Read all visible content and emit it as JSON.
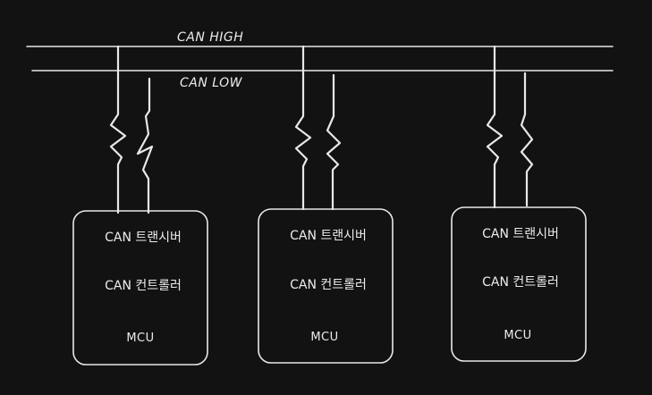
{
  "bus": {
    "high_label": "CAN HIGH",
    "low_label": "CAN LOW"
  },
  "nodes": [
    {
      "transceiver": "CAN 트랜시버",
      "controller": "CAN 컨트롤러",
      "mcu": "MCU"
    },
    {
      "transceiver": "CAN 트랜시버",
      "controller": "CAN 컨트롤러",
      "mcu": "MCU"
    },
    {
      "transceiver": "CAN 트랜시버",
      "controller": "CAN 컨트롤러",
      "mcu": "MCU"
    }
  ],
  "colors": {
    "background": "#121212",
    "stroke": "#e8e8e8",
    "text": "#ececec"
  }
}
